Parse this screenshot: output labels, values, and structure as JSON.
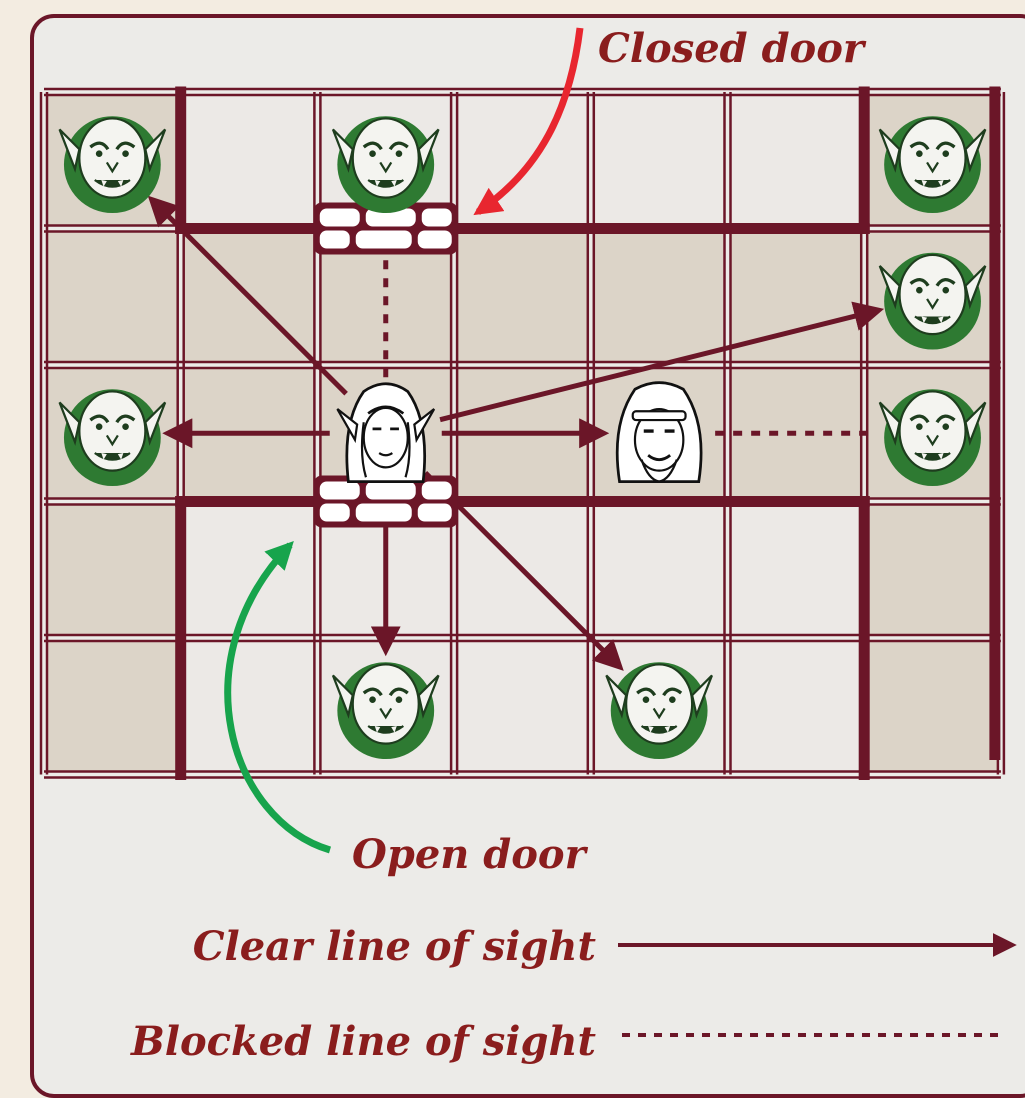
{
  "labels": {
    "closed_door": "Closed door",
    "open_door": "Open door"
  },
  "legend": {
    "clear": "Clear line of sight",
    "blocked": "Blocked line of sight"
  },
  "board": {
    "rows": 5,
    "cols": 7,
    "shaded_cells": [
      [
        0,
        0
      ],
      [
        0,
        6
      ],
      [
        1,
        0
      ],
      [
        1,
        1
      ],
      [
        1,
        2
      ],
      [
        1,
        3
      ],
      [
        1,
        4
      ],
      [
        1,
        5
      ],
      [
        1,
        6
      ],
      [
        2,
        0
      ],
      [
        2,
        1
      ],
      [
        2,
        2
      ],
      [
        2,
        3
      ],
      [
        2,
        4
      ],
      [
        2,
        5
      ],
      [
        2,
        6
      ],
      [
        3,
        0
      ],
      [
        3,
        6
      ],
      [
        4,
        0
      ],
      [
        4,
        6
      ]
    ],
    "tokens": [
      {
        "kind": "orc",
        "row": 0,
        "col": 0
      },
      {
        "kind": "orc",
        "row": 0,
        "col": 2
      },
      {
        "kind": "orc",
        "row": 0,
        "col": 6
      },
      {
        "kind": "orc",
        "row": 1,
        "col": 6
      },
      {
        "kind": "orc",
        "row": 2,
        "col": 0
      },
      {
        "kind": "elf-hero",
        "row": 2,
        "col": 2
      },
      {
        "kind": "barbarian-hero",
        "row": 2,
        "col": 4
      },
      {
        "kind": "orc",
        "row": 2,
        "col": 6
      },
      {
        "kind": "orc",
        "row": 4,
        "col": 2
      },
      {
        "kind": "orc",
        "row": 4,
        "col": 4
      }
    ],
    "doors": [
      {
        "state": "closed",
        "between": [
          [
            0,
            2
          ],
          [
            1,
            2
          ]
        ]
      },
      {
        "state": "open",
        "between": [
          [
            2,
            2
          ],
          [
            3,
            2
          ]
        ]
      }
    ],
    "sight_lines": [
      {
        "type": "clear",
        "from": [
          2,
          2
        ],
        "to": [
          0,
          0
        ]
      },
      {
        "type": "clear",
        "from": [
          2,
          2
        ],
        "to": [
          2,
          0
        ]
      },
      {
        "type": "clear",
        "from": [
          2,
          2
        ],
        "to": [
          2,
          4
        ]
      },
      {
        "type": "clear",
        "from": [
          2,
          2
        ],
        "to": [
          1,
          6
        ]
      },
      {
        "type": "clear",
        "from": [
          2,
          2
        ],
        "to": [
          4,
          2
        ]
      },
      {
        "type": "clear",
        "from": [
          2,
          2
        ],
        "to": [
          4,
          4
        ]
      },
      {
        "type": "blocked",
        "from": [
          2,
          2
        ],
        "to": [
          0,
          2
        ]
      },
      {
        "type": "blocked",
        "from": [
          2,
          4
        ],
        "to": [
          2,
          6
        ]
      }
    ]
  },
  "colors": {
    "wall": "#6b1628",
    "cell_light": "#ece9e6",
    "cell_shaded": "#dcd4c8",
    "orc_green": "#2e7a32",
    "closed_arrow": "#e8262f",
    "open_arrow": "#17a44c",
    "label_text": "#8a1d1d"
  }
}
